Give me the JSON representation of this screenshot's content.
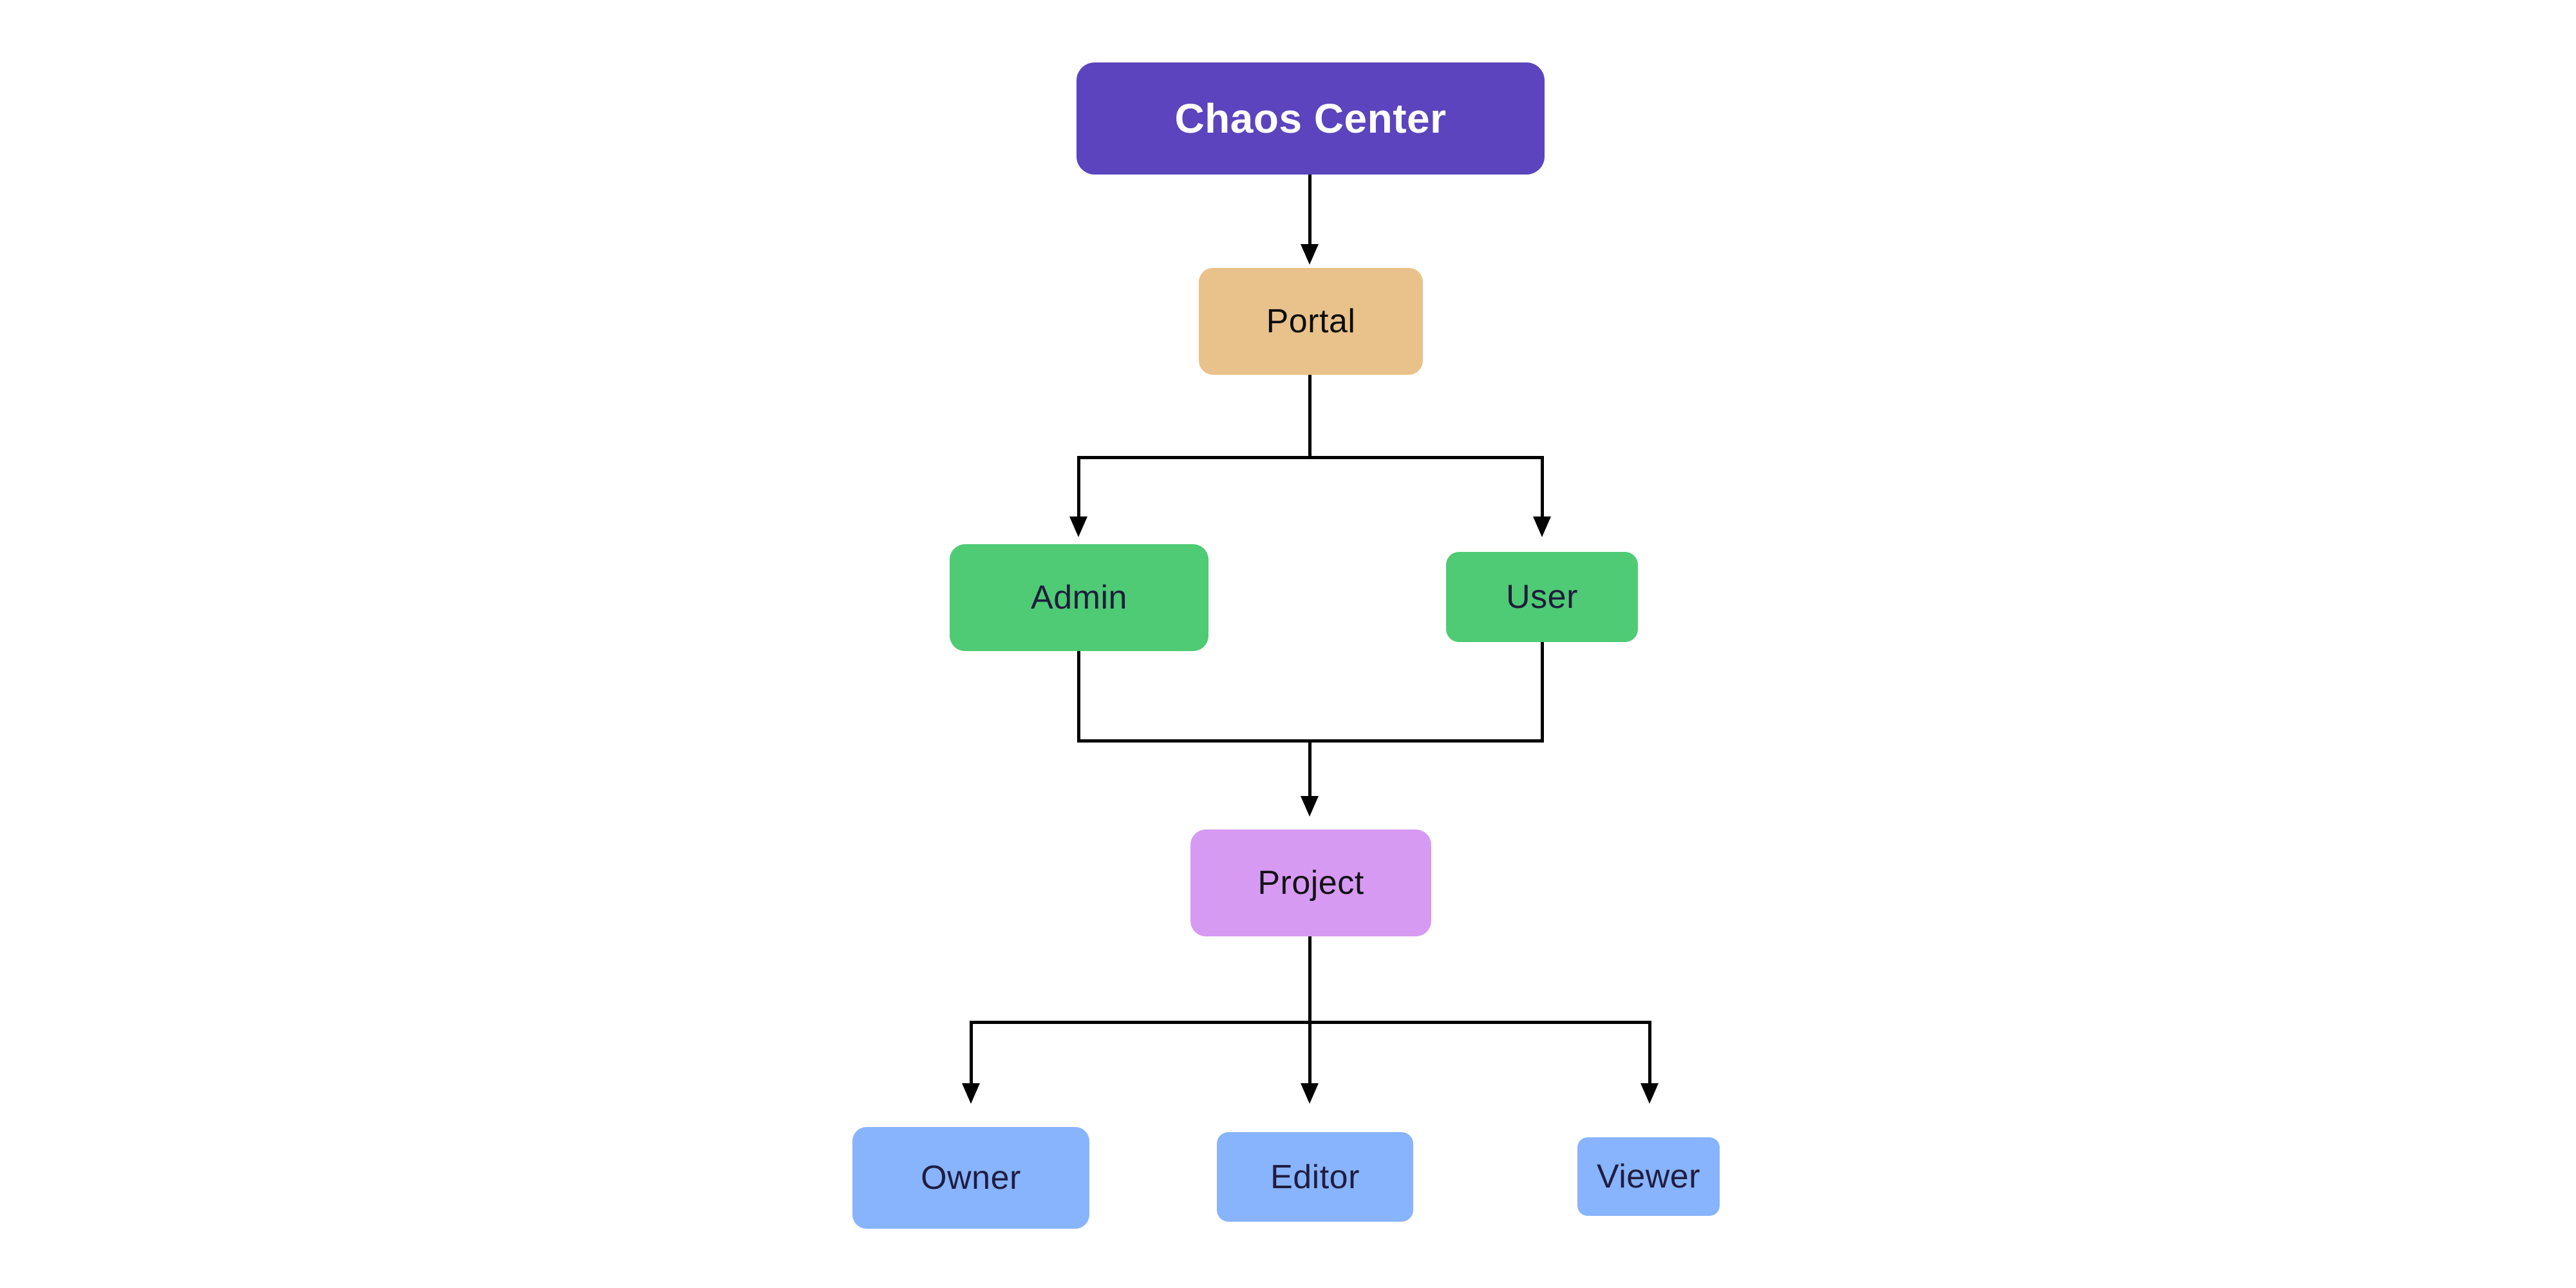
{
  "diagram": {
    "type": "flowchart",
    "orientation": "top-down",
    "background": "#ffffff",
    "edge_color": "#000000",
    "nodes": {
      "chaos_center": {
        "label": "Chaos Center",
        "fill": "#5b44bd",
        "text_color": "#ffffff"
      },
      "portal": {
        "label": "Portal",
        "fill": "#e9c28b",
        "text_color": "#0d0d0d"
      },
      "admin": {
        "label": "Admin",
        "fill": "#4ecb74",
        "text_color": "#1f1c3c"
      },
      "user": {
        "label": "User",
        "fill": "#4ecb74",
        "text_color": "#1f1c3c"
      },
      "project": {
        "label": "Project",
        "fill": "#d79af3",
        "text_color": "#131316"
      },
      "owner": {
        "label": "Owner",
        "fill": "#87b4fc",
        "text_color": "#201d40"
      },
      "editor": {
        "label": "Editor",
        "fill": "#87b4fc",
        "text_color": "#201d40"
      },
      "viewer": {
        "label": "Viewer",
        "fill": "#87b4fc",
        "text_color": "#201d40"
      }
    },
    "edges": [
      {
        "from": "chaos_center",
        "to": "portal",
        "arrow": true
      },
      {
        "from": "portal",
        "to": "admin",
        "arrow": true
      },
      {
        "from": "portal",
        "to": "user",
        "arrow": true
      },
      {
        "from": "admin",
        "to": "project",
        "arrow": true
      },
      {
        "from": "user",
        "to": "project",
        "arrow": true
      },
      {
        "from": "project",
        "to": "owner",
        "arrow": true
      },
      {
        "from": "project",
        "to": "editor",
        "arrow": true
      },
      {
        "from": "project",
        "to": "viewer",
        "arrow": true
      }
    ]
  }
}
